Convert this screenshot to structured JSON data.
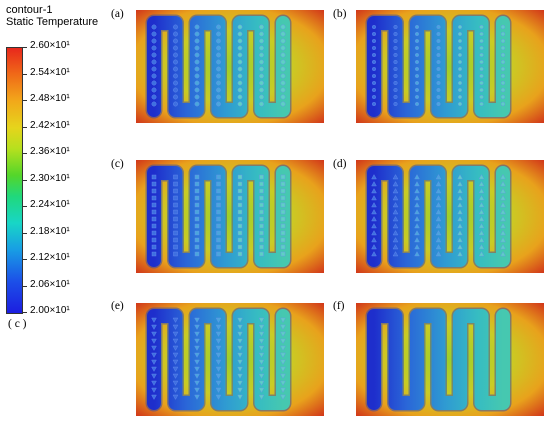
{
  "legend": {
    "line1": "contour-1",
    "line2": "Static Temperature",
    "ticks": [
      "2.60×10¹",
      "2.54×10¹",
      "2.48×10¹",
      "2.42×10¹",
      "2.36×10¹",
      "2.30×10¹",
      "2.24×10¹",
      "2.18×10¹",
      "2.12×10¹",
      "2.06×10¹",
      "2.00×10¹"
    ],
    "label": "( c )"
  },
  "panels": [
    {
      "label": "(a)",
      "pattern": "circle"
    },
    {
      "label": "(b)",
      "pattern": "circle-small"
    },
    {
      "label": "(c)",
      "pattern": "square"
    },
    {
      "label": "(d)",
      "pattern": "triangle-up"
    },
    {
      "label": "(e)",
      "pattern": "triangle-down"
    },
    {
      "label": "(f)",
      "pattern": "none"
    }
  ],
  "colors": {
    "hot": "#d23a1a",
    "warm": "#e8a21c",
    "mid": "#9dcf2a",
    "cool": "#3fc6c0",
    "cold": "#2238c8"
  }
}
